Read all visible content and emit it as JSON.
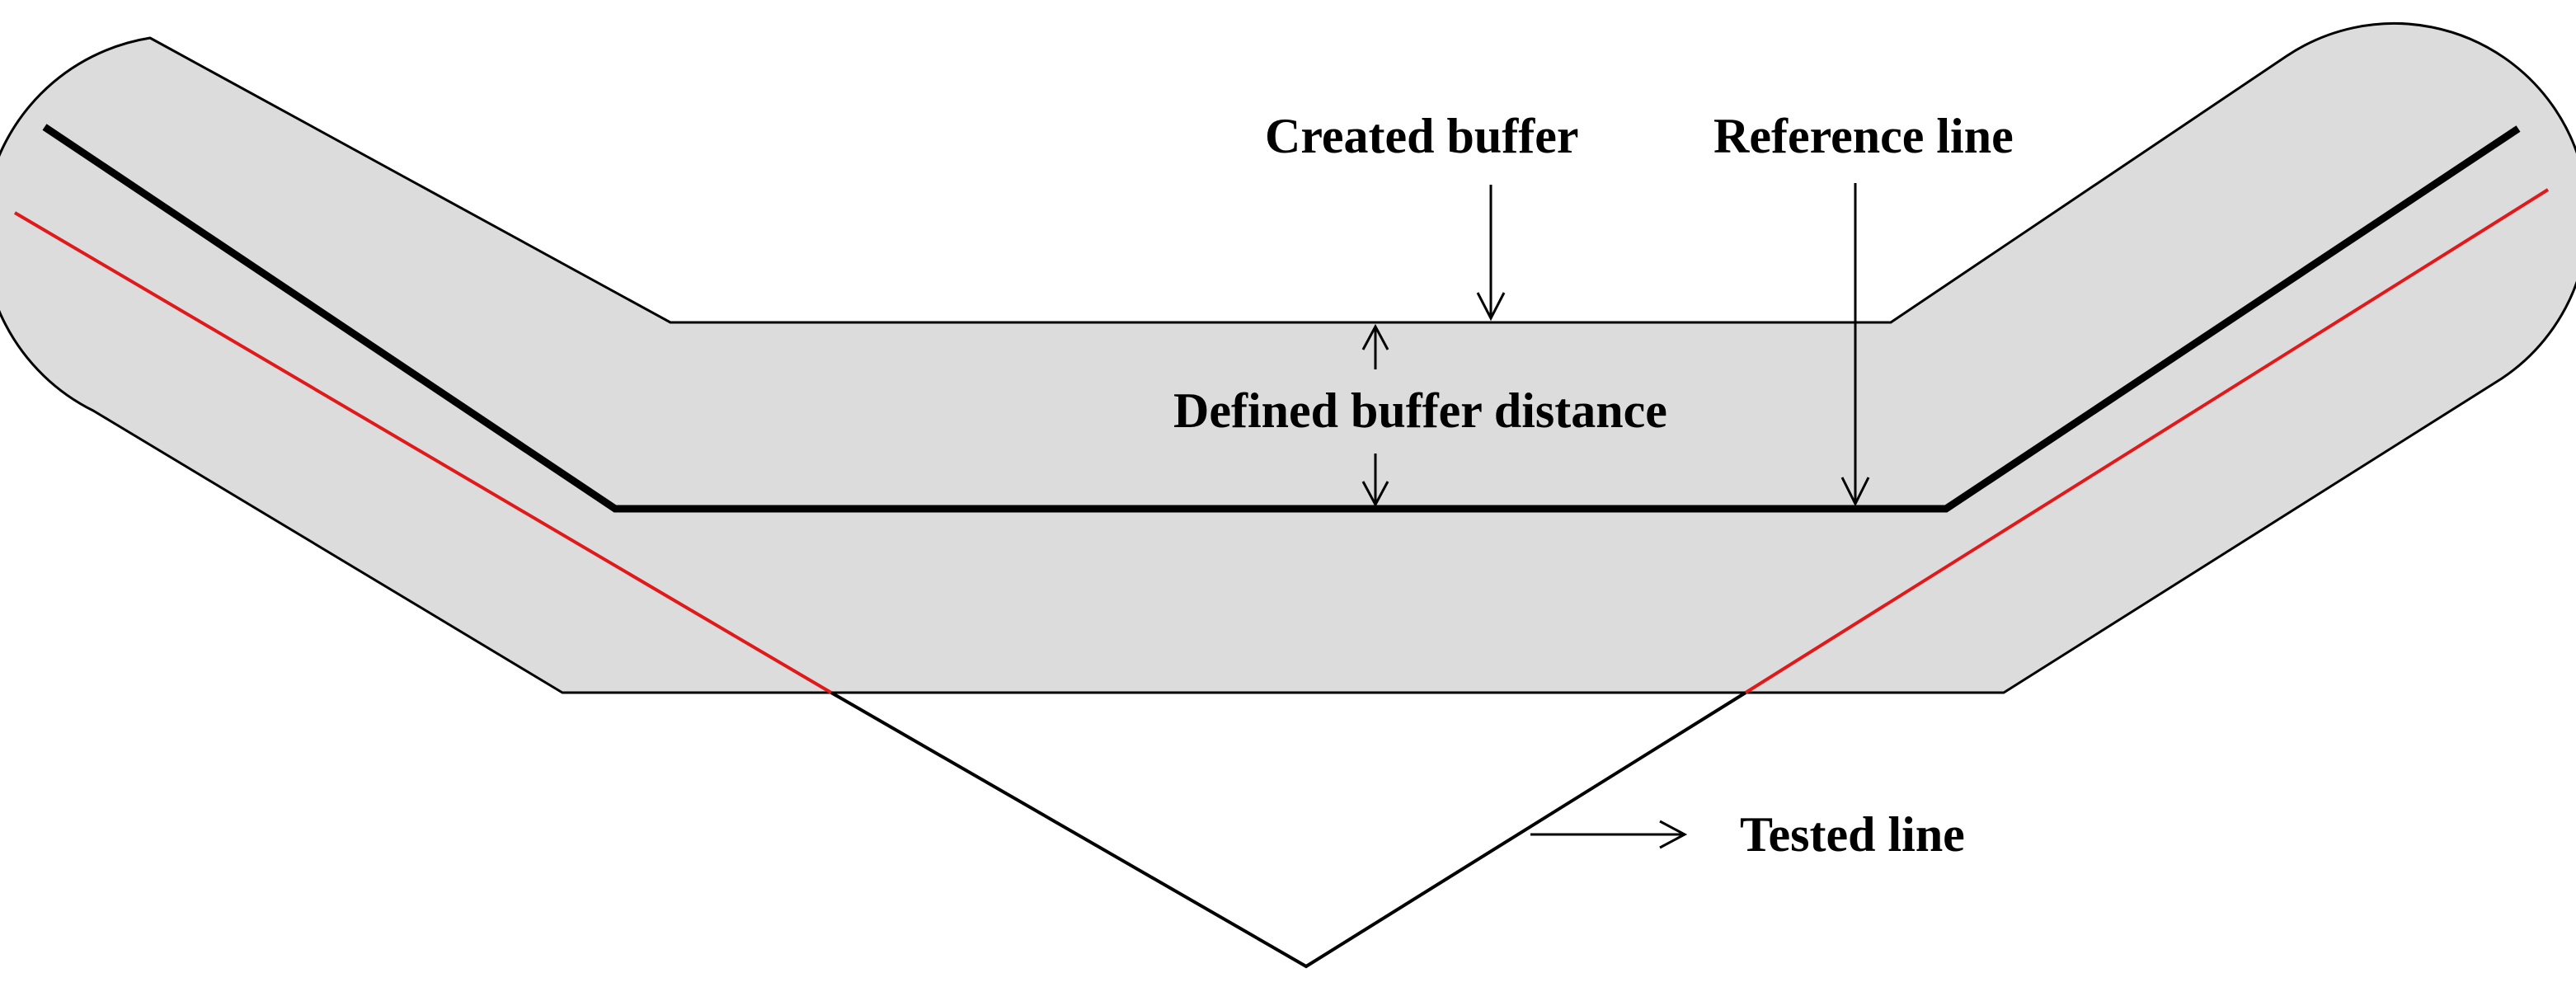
{
  "labels": {
    "created_buffer": "Created buffer",
    "reference_line": "Reference line",
    "defined_buffer_distance": "Defined buffer distance",
    "tested_line": "Tested line"
  },
  "colors": {
    "buffer_fill": "#dcdcdc",
    "buffer_outline": "#000000",
    "reference_line": "#000000",
    "tested_line_inside": "#e0191b",
    "tested_line_outside": "#000000",
    "background": "#ffffff"
  }
}
